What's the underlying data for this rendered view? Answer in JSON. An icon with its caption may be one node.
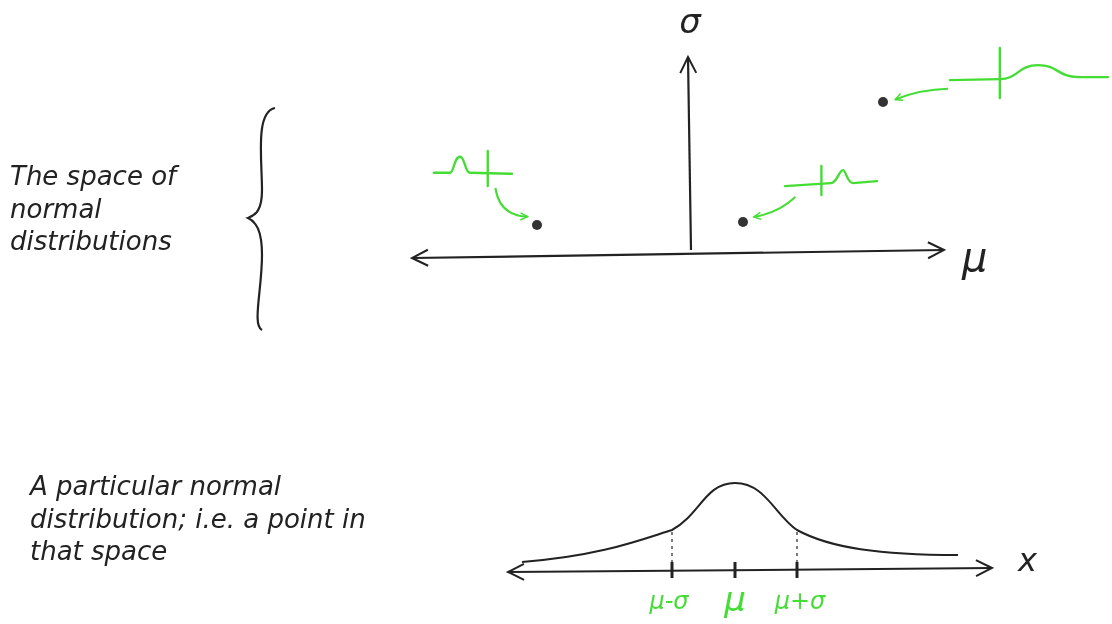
{
  "diagram": {
    "nodes": [
      {
        "text": [],
        "shape": "picture"
      },
      {
        "text": [],
        "shape": "circle"
      },
      {
        "text": [],
        "shape": "picture"
      },
      {
        "text": [],
        "shape": "circle"
      },
      {
        "text": [],
        "shape": "picture"
      },
      {
        "text": [],
        "shape": "circle"
      }
    ],
    "edges": [
      {
        "from": 0,
        "to": 1,
        "arrow": "to"
      },
      {
        "from": 2,
        "to": 3,
        "arrow": "to"
      },
      {
        "from": 4,
        "to": 5,
        "arrow": "to"
      }
    ],
    "labels": [
      "σ",
      "The space of normal distributions",
      "μ",
      "A particular normal distribution; i.e. a point in that space",
      "x",
      "μ-σ",
      "μ",
      "μ+σ"
    ]
  }
}
